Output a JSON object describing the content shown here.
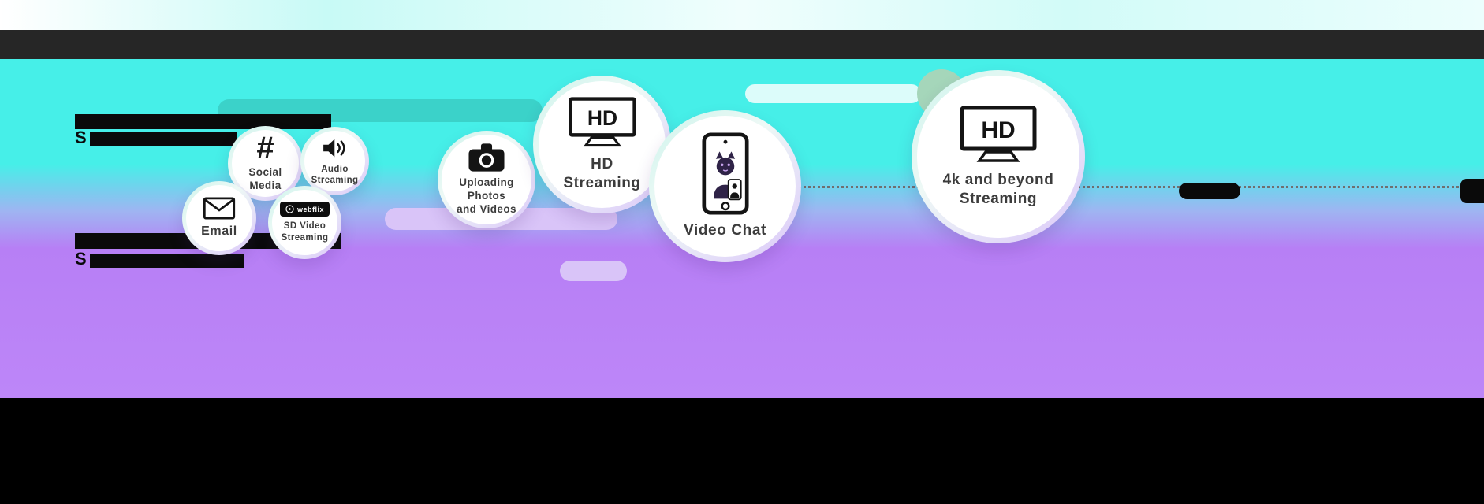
{
  "colors": {
    "bg_cyan": "#46efe8",
    "bg_purple": "#bd86f8",
    "header_bar": "#262626",
    "footer_bar": "#000000",
    "pill_teal": "#3bd2c9",
    "pill_lavender": "#d9c4f8",
    "pill_sage": "#a5d6ba",
    "bubble_fill": "#ffffff",
    "label_text": "#3c3c3c"
  },
  "left_text": {
    "line_b_prefix": "S",
    "line_d_prefix": "S"
  },
  "bubbles": [
    {
      "id": "email",
      "label": "Email"
    },
    {
      "id": "social-media",
      "symbol": "#",
      "label_line1": "Social",
      "label_line2": "Media"
    },
    {
      "id": "audio-streaming",
      "label_line1": "Audio",
      "label_line2": "Streaming"
    },
    {
      "id": "sd-video-streaming",
      "logo_text": "webflix",
      "label_line1": "SD Video",
      "label_line2": "Streaming"
    },
    {
      "id": "uploading-photos-videos",
      "label_line1": "Uploading Photos",
      "label_line2": "and Videos"
    },
    {
      "id": "hd-streaming",
      "tv_text": "HD",
      "label_line1": "HD",
      "label_line2": "Streaming"
    },
    {
      "id": "video-chat",
      "label": "Video Chat"
    },
    {
      "id": "4k-streaming",
      "tv_text": "HD",
      "label_line1": "4k and beyond",
      "label_line2": "Streaming"
    }
  ]
}
